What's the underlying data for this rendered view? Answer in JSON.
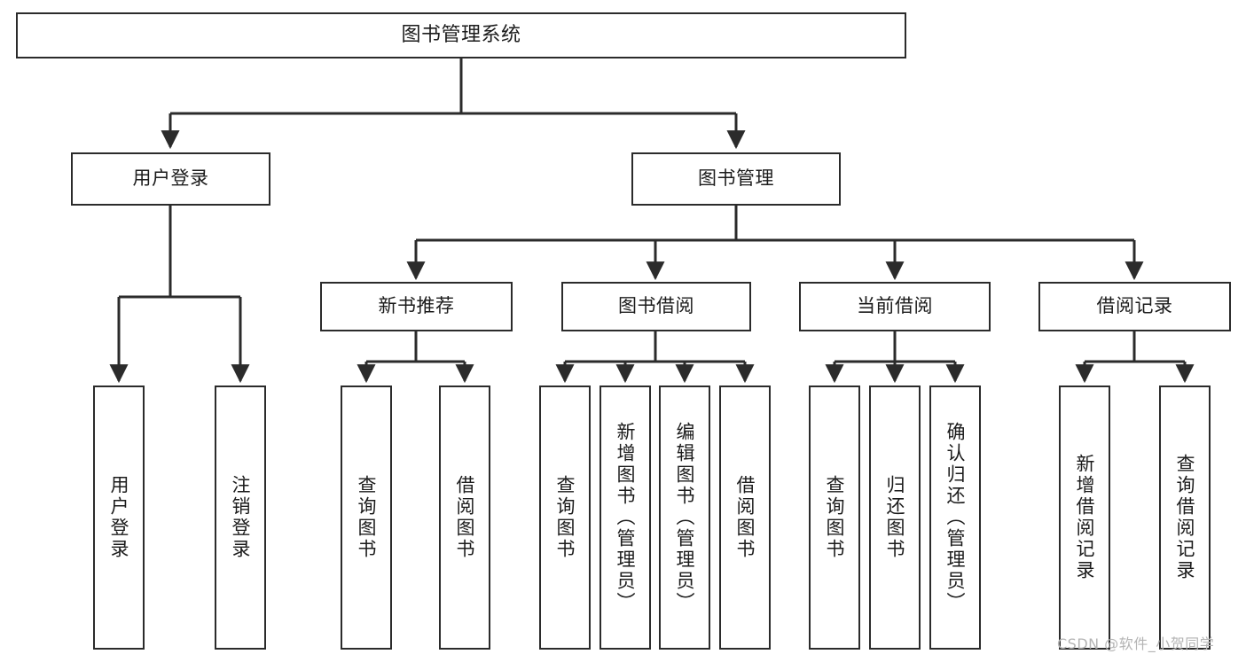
{
  "diagram": {
    "title": "图书管理系统",
    "type": "tree-hierarchy-chart",
    "root": {
      "label": "图书管理系统"
    },
    "level2": [
      {
        "label": "用户登录"
      },
      {
        "label": "图书管理"
      }
    ],
    "level3": [
      {
        "label": "新书推荐"
      },
      {
        "label": "图书借阅"
      },
      {
        "label": "当前借阅"
      },
      {
        "label": "借阅记录"
      }
    ],
    "leaves": {
      "user_login": [
        {
          "label": "用户登录"
        },
        {
          "label": "注销登录"
        }
      ],
      "new_book_recommend": [
        {
          "label": "查询图书"
        },
        {
          "label": "借阅图书"
        }
      ],
      "book_borrow": [
        {
          "label": "查询图书"
        },
        {
          "label": "新增图书（管理员）"
        },
        {
          "label": "编辑图书（管理员）"
        },
        {
          "label": "借阅图书"
        }
      ],
      "current_borrow": [
        {
          "label": "查询图书"
        },
        {
          "label": "归还图书"
        },
        {
          "label": "确认归还（管理员）"
        }
      ],
      "borrow_record": [
        {
          "label": "新增借阅记录"
        },
        {
          "label": "查询借阅记录"
        }
      ]
    }
  },
  "watermark": {
    "text": "CSDN @软件_小贺同学"
  },
  "colors": {
    "stroke": "#2b2b2b",
    "fill": "#ffffff",
    "text": "#1b1b1b",
    "watermark": "#b4b4b4"
  }
}
